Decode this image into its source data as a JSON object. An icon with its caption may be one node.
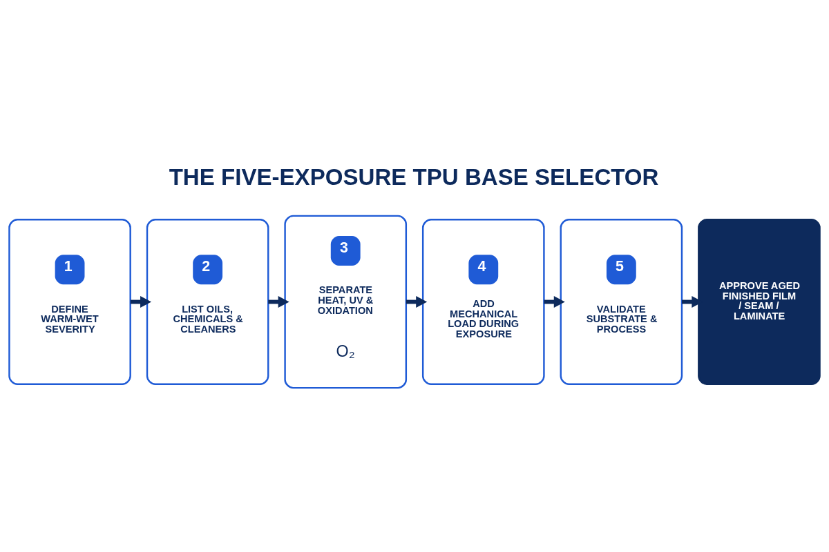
{
  "diagram": {
    "title": "THE FIVE-EXPOSURE TPU BASE SELECTOR",
    "nodes": [
      {
        "text": [
          "1",
          "DEFINE WARM-WET SEVERITY"
        ]
      },
      {
        "text": [
          "2",
          "LIST OILS, CHEMICALS & CLEANERS"
        ]
      },
      {
        "text": [
          "3",
          "SEPARATE HEAT, UV & OXIDATION",
          "O₂"
        ]
      },
      {
        "text": [
          "4",
          "ADD MECHANICAL LOAD DURING EXPOSURE"
        ]
      },
      {
        "text": [
          "5",
          "VALIDATE SUBSTRATE & PROCESS"
        ]
      },
      {
        "text": [
          "APPROVE AGED FINISHED FILM / SEAM / LAMINATE"
        ]
      }
    ],
    "edges": [
      {
        "from": 0,
        "to": 1,
        "arrow": "to"
      },
      {
        "from": 1,
        "to": 2,
        "arrow": "to"
      },
      {
        "from": 2,
        "to": 3,
        "arrow": "to"
      },
      {
        "from": 3,
        "to": 4,
        "arrow": "to"
      },
      {
        "from": 4,
        "to": 5,
        "arrow": "to"
      }
    ]
  }
}
